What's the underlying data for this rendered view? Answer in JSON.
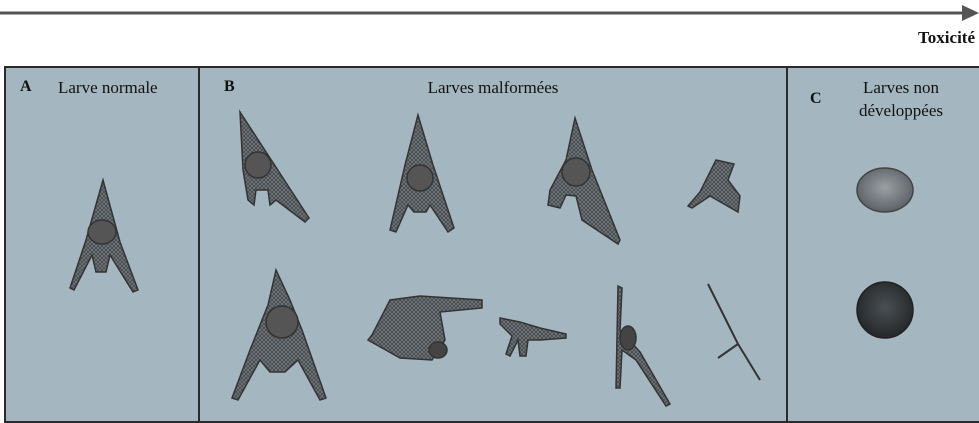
{
  "axis": {
    "label": "Toxicité"
  },
  "panels": [
    {
      "letter": "A",
      "title": "Larve normale"
    },
    {
      "letter": "B",
      "title": "Larves malformées"
    },
    {
      "letter": "C",
      "title_line1": "Larves non",
      "title_line2": "développées"
    }
  ],
  "colors": {
    "panel_bg": "#a4b6c0",
    "arrow": "#555555",
    "larva": "#3a3a3a"
  }
}
